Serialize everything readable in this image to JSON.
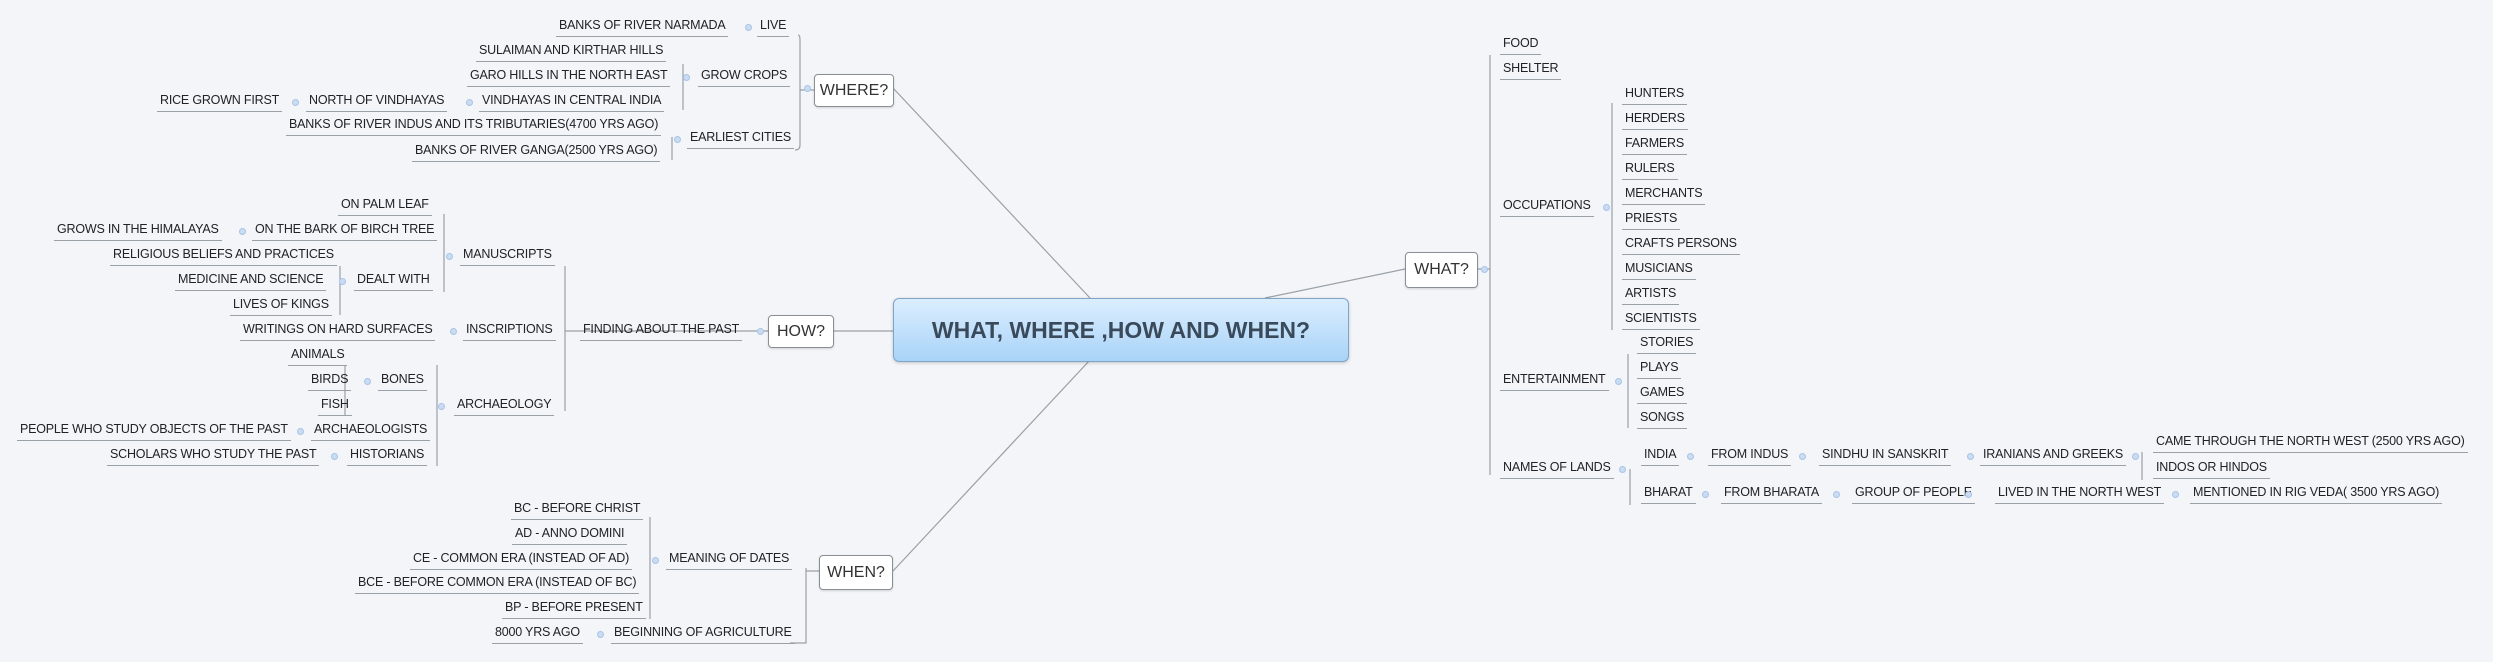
{
  "central": "WHAT, WHERE ,HOW AND WHEN?",
  "where": {
    "title": "WHERE?",
    "live": "LIVE",
    "narmada": "BANKS OF RIVER NARMADA",
    "grow_crops": "GROW CROPS",
    "sulaiman": "SULAIMAN AND KIRTHAR HILLS",
    "garo": "GARO HILLS IN THE NORTH EAST",
    "vindhayas_central": "VINDHAYAS IN CENTRAL INDIA",
    "north_vindhayas": "NORTH OF VINDHAYAS",
    "rice": "RICE GROWN FIRST",
    "earliest_cities": "EARLIEST CITIES",
    "indus": "BANKS OF RIVER INDUS AND ITS TRIBUTARIES(4700 YRS AGO)",
    "ganga": "BANKS OF RIVER GANGA(2500 YRS AGO)"
  },
  "how": {
    "title": "HOW?",
    "finding": "FINDING ABOUT THE PAST",
    "manuscripts": "MANUSCRIPTS",
    "palm_leaf": "ON PALM LEAF",
    "birch": "ON THE BARK OF BIRCH TREE",
    "himalayas": "GROWS IN THE HIMALAYAS",
    "dealt_with": "DEALT WITH",
    "religious": "RELIGIOUS BELIEFS AND PRACTICES",
    "medicine": "MEDICINE AND SCIENCE",
    "kings": "LIVES OF KINGS",
    "inscriptions": "INSCRIPTIONS",
    "writings": "WRITINGS ON HARD SURFACES",
    "archaeology": "ARCHAEOLOGY",
    "animals": "ANIMALS",
    "bones": "BONES",
    "birds": "BIRDS",
    "fish": "FISH",
    "archaeologists": "ARCHAEOLOGISTS",
    "people_study": "PEOPLE WHO STUDY OBJECTS OF THE PAST",
    "historians": "HISTORIANS",
    "scholars": "SCHOLARS WHO STUDY THE PAST"
  },
  "when": {
    "title": "WHEN?",
    "meaning": "MEANING OF DATES",
    "bc": "BC - BEFORE CHRIST",
    "ad": "AD - ANNO DOMINI",
    "ce": "CE - COMMON ERA (INSTEAD OF AD)",
    "bce": "BCE - BEFORE COMMON ERA (INSTEAD OF BC)",
    "bp": "BP - BEFORE PRESENT",
    "agriculture": "BEGINNING OF AGRICULTURE",
    "yrs8000": "8000 YRS AGO"
  },
  "what": {
    "title": "WHAT?",
    "food": "FOOD",
    "shelter": "SHELTER",
    "occupations": "OCCUPATIONS",
    "occupation_items": [
      "HUNTERS",
      "HERDERS",
      "FARMERS",
      "RULERS",
      "MERCHANTS",
      "PRIESTS",
      "CRAFTS PERSONS",
      "MUSICIANS",
      "ARTISTS",
      "SCIENTISTS"
    ],
    "entertainment": "ENTERTAINMENT",
    "entertainment_items": [
      "STORIES",
      "PLAYS",
      "GAMES",
      "SONGS"
    ],
    "names_of_lands": "NAMES OF LANDS",
    "india": "INDIA",
    "from_indus": "FROM INDUS",
    "sindhu": "SINDHU IN SANSKRIT",
    "iranians": "IRANIANS AND GREEKS",
    "came_through": "CAME THROUGH THE NORTH WEST (2500 YRS AGO)",
    "indos": "INDOS OR HINDOS",
    "bharat": "BHARAT",
    "from_bharata": "FROM BHARATA",
    "group": "GROUP OF PEOPLE",
    "lived_nw": "LIVED IN THE NORTH WEST",
    "rig_veda": "MENTIONED IN RIG VEDA( 3500 YRS AGO)"
  },
  "colors": {
    "central_fill": "#a9d3f7",
    "background": "#f3f5f9",
    "line": "#9aa0a8"
  }
}
